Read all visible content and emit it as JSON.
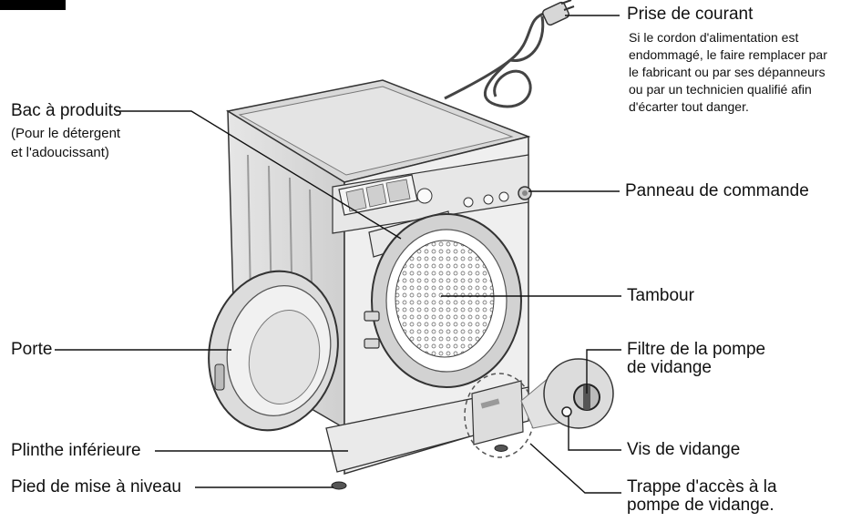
{
  "labels": {
    "plug": {
      "title": "Prise de courant",
      "note": [
        "Si le cordon d'alimentation est",
        "endommagé, le faire remplacer par",
        "le fabricant ou par ses dépanneurs",
        "ou par un technicien qualifié afin",
        "d'écarter tout danger."
      ]
    },
    "drawer": {
      "title": "Bac à produits",
      "sub": [
        "(Pour le détergent",
        "et l'adoucissant)"
      ]
    },
    "control_panel": "Panneau de commande",
    "drum": "Tambour",
    "door": "Porte",
    "filter": [
      "Filtre de la pompe",
      "de vidange"
    ],
    "drain_screw": "Vis de vidange",
    "kickplate": "Plinthe inférieure",
    "leveling_foot": "Pied de mise à niveau",
    "access_cover": [
      "Trappe d'accès à la",
      "pompe de vidange."
    ]
  }
}
